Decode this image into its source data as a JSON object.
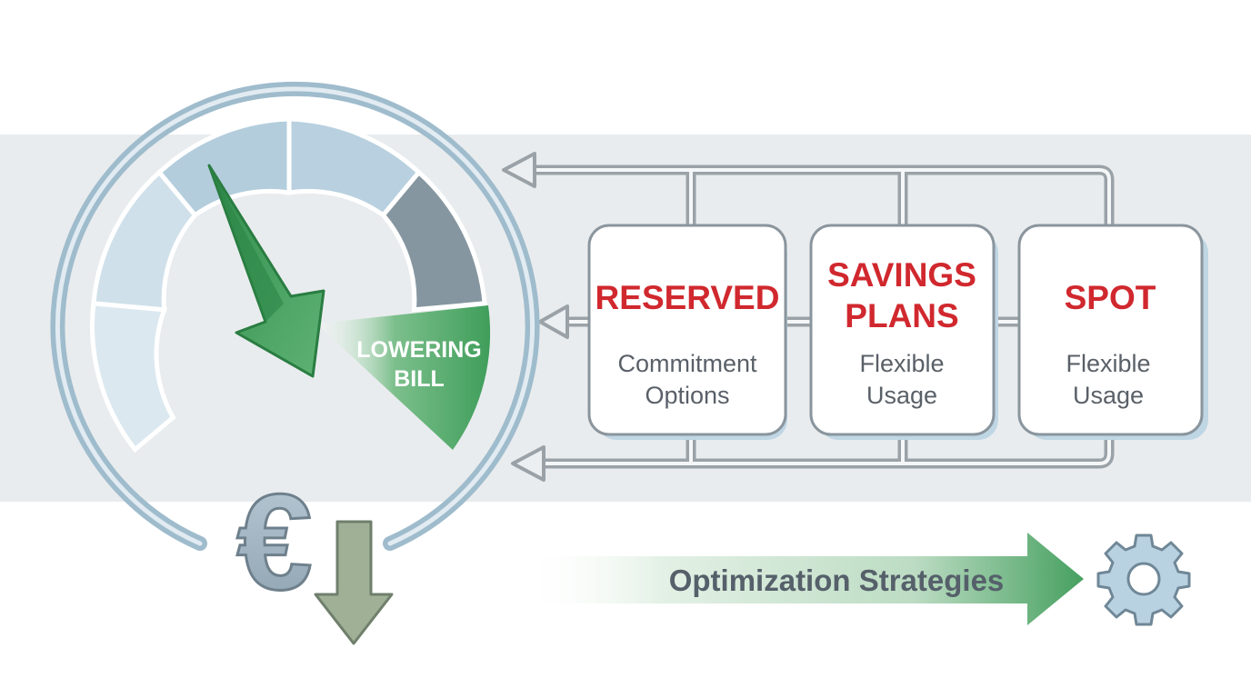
{
  "gauge": {
    "label_line1": "LOWERING",
    "label_line2": "BILL",
    "icon": "euro-icon",
    "trend_icon": "down-arrow-icon"
  },
  "options": [
    {
      "title_lines": [
        "RESERVED"
      ],
      "subtitle_lines": [
        "Commitment",
        "Options"
      ]
    },
    {
      "title_lines": [
        "SAVINGS",
        "PLANS"
      ],
      "subtitle_lines": [
        "Flexible",
        "Usage"
      ]
    },
    {
      "title_lines": [
        "SPOT"
      ],
      "subtitle_lines": [
        "Flexible",
        "Usage"
      ]
    }
  ],
  "banner": {
    "label": "Optimization Strategies",
    "icon": "gear-icon"
  },
  "colors": {
    "accent_red": "#d0282e",
    "accent_green": "#3f9e5a",
    "gauge_blue": "#a9c5d6",
    "gauge_dark": "#8696a0",
    "band_gray": "#e9ecee",
    "connector_gray": "#9aa2a8"
  },
  "euro_symbol": "€"
}
